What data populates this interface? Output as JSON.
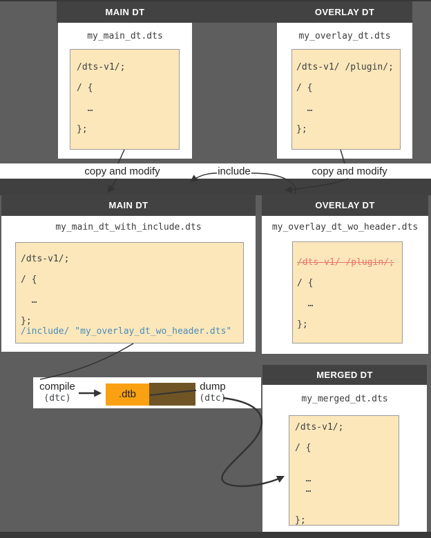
{
  "row1": {
    "main": {
      "header": "MAIN DT",
      "filename": "my_main_dt.dts",
      "code": "/dts-v1/;\n\n/ {\n\n  …\n\n};"
    },
    "overlay": {
      "header": "OVERLAY DT",
      "filename": "my_overlay_dt.dts",
      "code": "/dts-v1/ /plugin/;\n\n/ {\n\n  …\n\n};"
    }
  },
  "flow_labels": {
    "copy_left": "copy and modify",
    "include": "include",
    "copy_right": "copy and modify"
  },
  "row2": {
    "main": {
      "header": "MAIN DT",
      "filename": "my_main_dt_with_include.dts",
      "code_before": "/dts-v1/;\n\n/ {\n\n  …\n\n};\n",
      "include_line": "/include/ \"my_overlay_dt_wo_header.dts\""
    },
    "overlay": {
      "header": "OVERLAY DT",
      "filename": "my_overlay_dt_wo_header.dts",
      "removed_line": "/dts-v1/ /plugin/;",
      "code_after": "\n\n/ {\n\n  …\n\n};"
    }
  },
  "pipeline": {
    "compile_label": "compile",
    "compile_tool": "(dtc)",
    "dtb_label": ".dtb",
    "dump_label": "dump",
    "dump_tool": "(dtc)"
  },
  "merged": {
    "header": "MERGED DT",
    "filename": "my_merged_dt.dts",
    "code": "/dts-v1/;\n\n/ {\n\n\n  …\n  …\n\n\n};"
  },
  "colors": {
    "background": "#5e5e5e",
    "header_bg": "#424242",
    "code_block_bg": "#fbe7ba",
    "code_block_border": "#9a9a9a",
    "include_blue": "#4a8cba",
    "removed_red": "#e8756c",
    "dtb_orange": "#f9a112",
    "artifact_brown": "#6f5526",
    "arrow_dark": "#333333"
  }
}
